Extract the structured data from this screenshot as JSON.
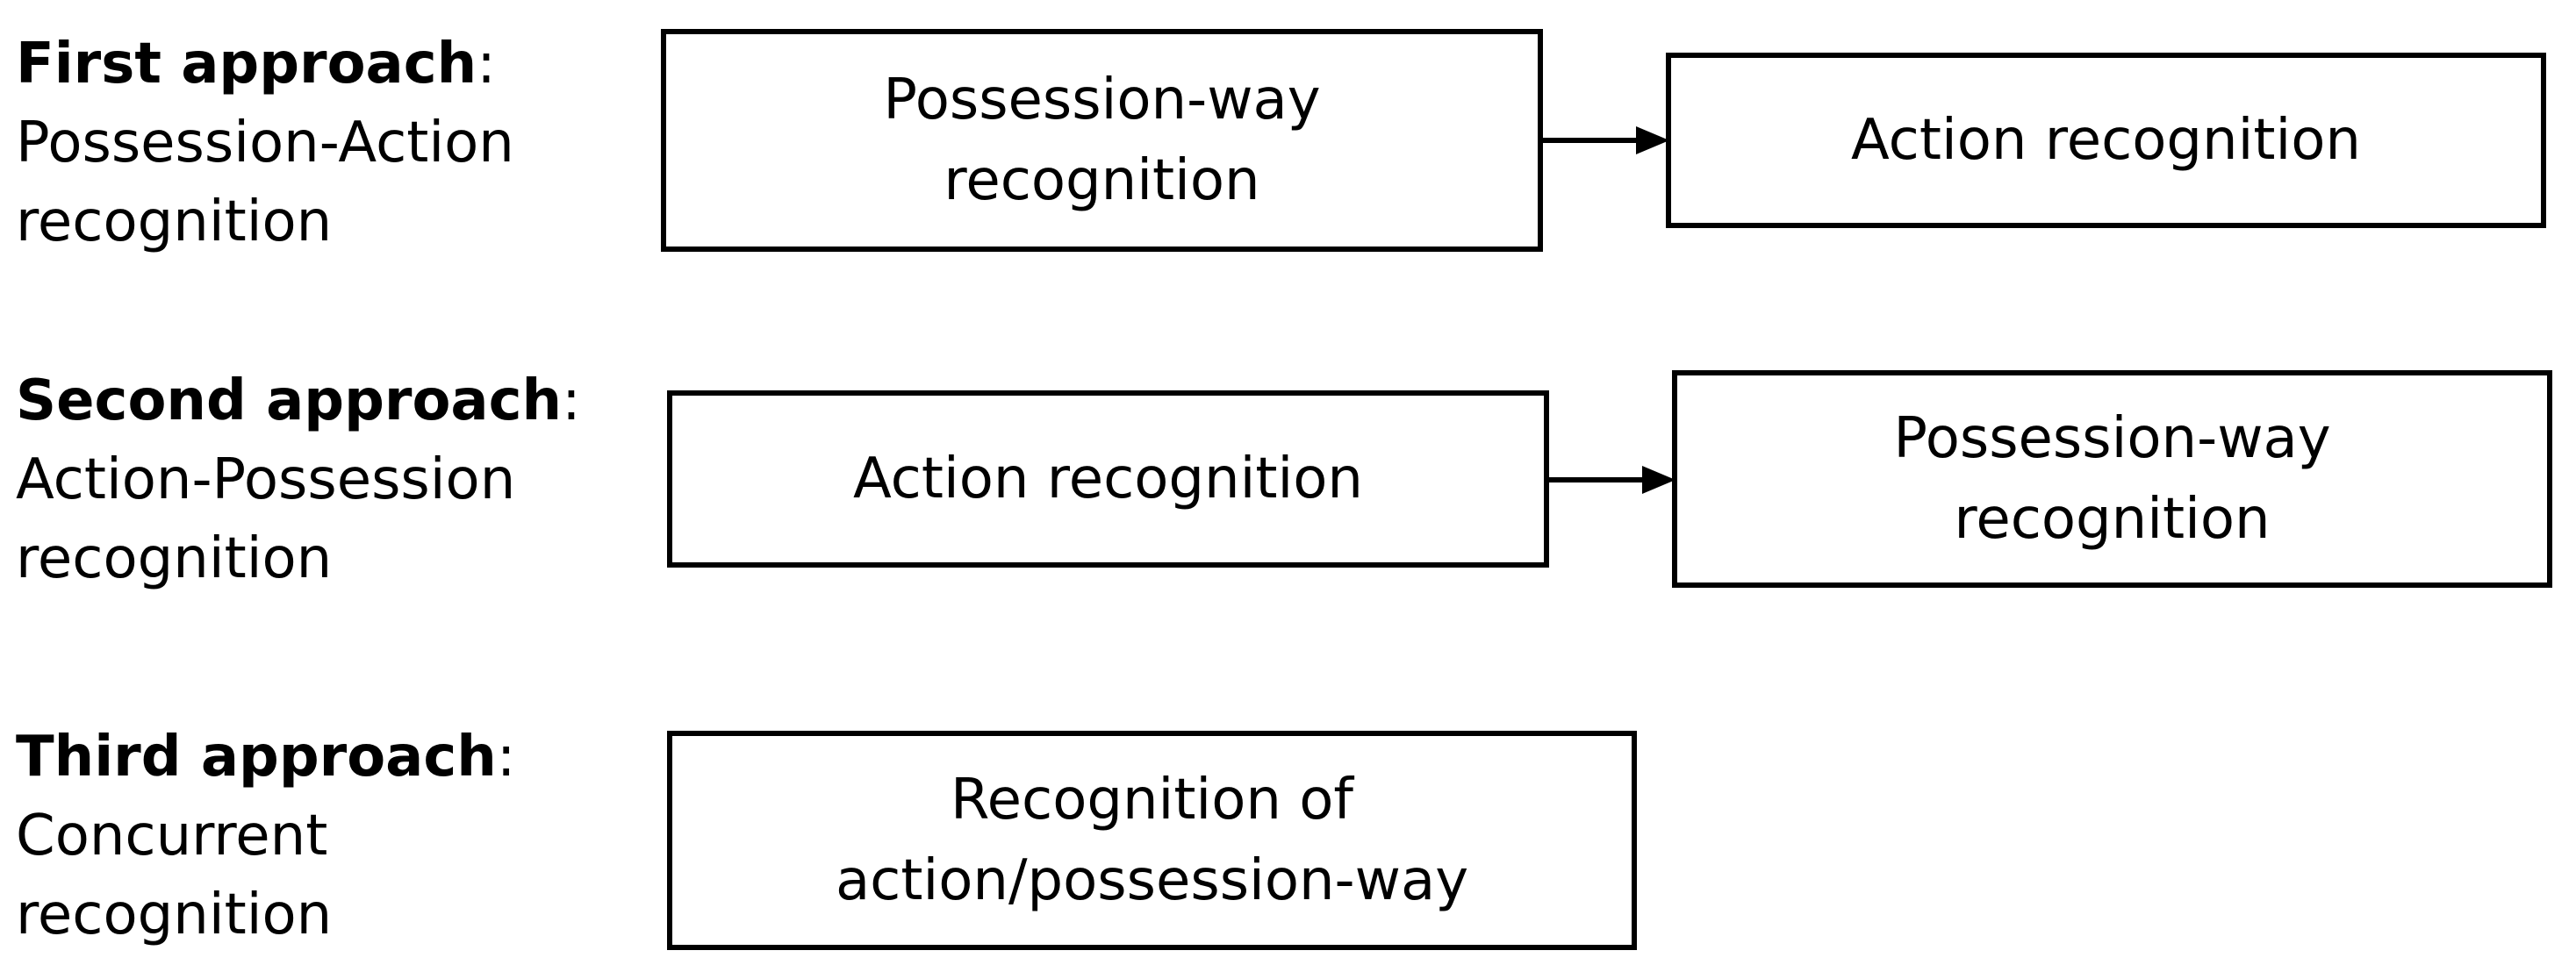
{
  "approaches": [
    {
      "title": "First approach",
      "colon": ":",
      "subtitle_lines": [
        "Possession-Action",
        "recognition"
      ],
      "steps": [
        {
          "lines": [
            "Possession-way",
            "recognition"
          ]
        },
        {
          "lines": [
            "Action recognition"
          ]
        }
      ]
    },
    {
      "title": "Second approach",
      "colon": ":",
      "subtitle_lines": [
        "Action-Possession",
        "recognition"
      ],
      "steps": [
        {
          "lines": [
            "Action recognition"
          ]
        },
        {
          "lines": [
            "Possession-way",
            "recognition"
          ]
        }
      ]
    },
    {
      "title": "Third approach",
      "colon": ":",
      "subtitle_lines": [
        "Concurrent",
        "recognition"
      ],
      "steps": [
        {
          "lines": [
            "Recognition of",
            "action/possession-way"
          ]
        }
      ]
    }
  ]
}
